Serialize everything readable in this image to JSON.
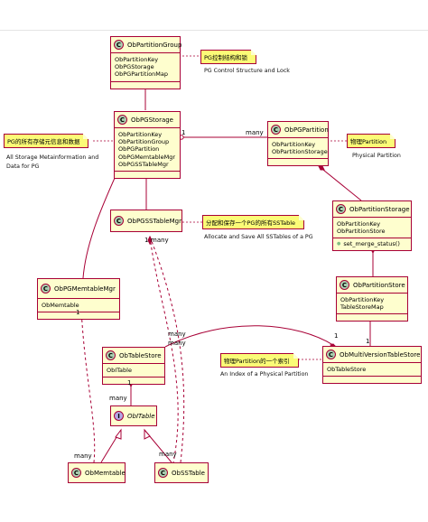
{
  "classes": {
    "part_group": {
      "icon": "C",
      "name": "ObPartitionGroup",
      "fields": [
        "ObPartitionKey",
        "ObPGStorage",
        "ObPGPartitionMap"
      ],
      "methods": []
    },
    "pg_storage": {
      "icon": "C",
      "name": "ObPGStorage",
      "fields": [
        "ObPartitionKey",
        "ObPartitionGroup",
        "ObPGPartition",
        "ObPGMemtableMgr",
        "ObPGSSTableMgr"
      ],
      "methods": []
    },
    "pg_partition": {
      "icon": "C",
      "name": "ObPGPartition",
      "fields": [
        "ObPartitionKey",
        "ObPartitionStorage"
      ],
      "methods": []
    },
    "partition_storage": {
      "icon": "C",
      "name": "ObPartitionStorage",
      "fields": [
        "ObPartitionKey",
        "ObPartitionStore"
      ],
      "methods": [
        "set_merge_status()"
      ]
    },
    "sstable_mgr": {
      "icon": "C",
      "name": "ObPGSSTableMgr"
    },
    "memtable_mgr": {
      "icon": "C",
      "name": "ObPGMemtableMgr",
      "fields": [
        "ObMemtable"
      ],
      "methods": []
    },
    "partition_store": {
      "icon": "C",
      "name": "ObPartitionStore",
      "fields": [
        "ObPartitionKey",
        "TableStoreMap"
      ],
      "methods": []
    },
    "table_store": {
      "icon": "C",
      "name": "ObTableStore",
      "fields": [
        "ObITable"
      ],
      "methods": []
    },
    "mv_table_store": {
      "icon": "C",
      "name": "ObMultiVersionTableStore",
      "fields": [
        "ObTableStore"
      ],
      "methods": []
    },
    "itable": {
      "icon": "I",
      "name": "ObITable"
    },
    "memtable": {
      "icon": "C",
      "name": "ObMemtable"
    },
    "sstable": {
      "icon": "C",
      "name": "ObSSTable"
    }
  },
  "notes": {
    "pg_ctrl": "PG控制结构和锁",
    "pg_storage": "PG的所有存储元信息和数据",
    "physical_partition": "物理Partition",
    "sstable_alloc": "分配和保存一个PG的所有SSTable",
    "index_note": "物理Partition的一个索引"
  },
  "captions": {
    "pg_ctrl": "PG Control Structure and Lock",
    "storage_meta_1": "All Storage Metainformation and",
    "storage_meta_2": "Data for PG",
    "physical_partition": "Physical Partition",
    "sstable_alloc": "Allocate and Save All SSTables of a PG",
    "index_note": "An Index of a Physical Partition"
  },
  "multiplicities": {
    "pg_one": "1",
    "pg_many": "many",
    "sst_one": "1",
    "sst_many": "many",
    "mem_one": "1",
    "mem_many": "many",
    "ts_one": "1",
    "ts_many": "many",
    "mv_many": "many",
    "mv_one": "1",
    "mv_one_b": "1",
    "ts_many_b": "many"
  },
  "colors": {
    "class_fill": "#fefece",
    "border": "#a80036",
    "note_fill": "#fbfb77",
    "class_icon": "#add1b2",
    "interface_icon": "#b4a7e5"
  }
}
